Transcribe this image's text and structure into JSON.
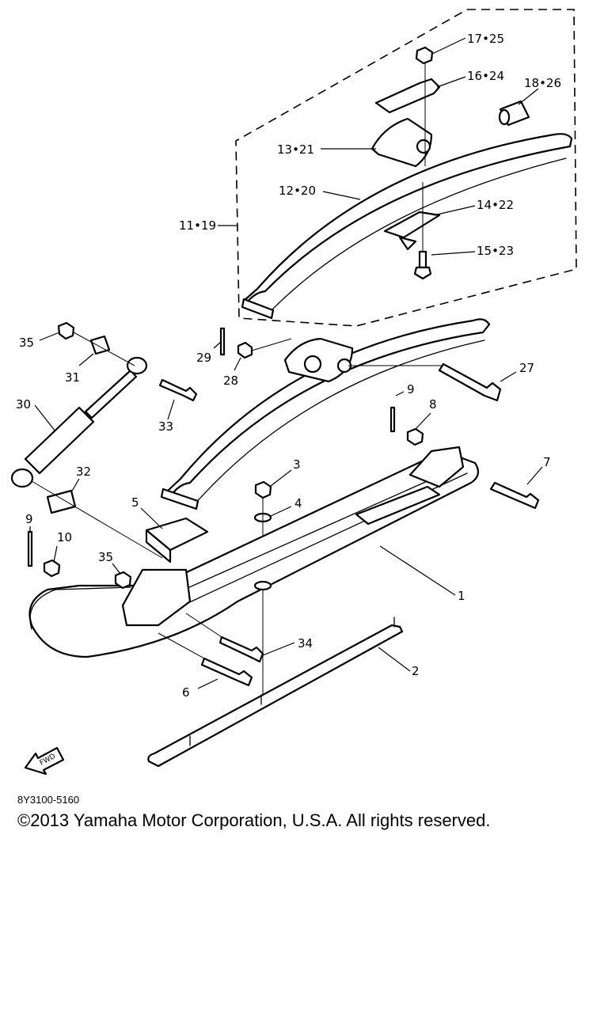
{
  "callouts": {
    "c17_25": "17•25",
    "c16_24": "16•24",
    "c18_26": "18•26",
    "c13_21": "13•21",
    "c12_20": "12•20",
    "c14_22": "14•22",
    "c11_19": "11•19",
    "c15_23": "15•23",
    "c35a": "35",
    "c31": "31",
    "c29": "29",
    "c28": "28",
    "c27": "27",
    "c30": "30",
    "c33": "33",
    "c9a": "9",
    "c8": "8",
    "c7": "7",
    "c3": "3",
    "c32": "32",
    "c5": "5",
    "c4": "4",
    "c9b": "9",
    "c10": "10",
    "c35b": "35",
    "c1": "1",
    "c34": "34",
    "c2": "2",
    "c6": "6"
  },
  "fwd_label": "FWD",
  "drawing_code": "8Y3100-5160",
  "copyright": "©2013 Yamaha Motor Corporation, U.S.A. All rights reserved."
}
